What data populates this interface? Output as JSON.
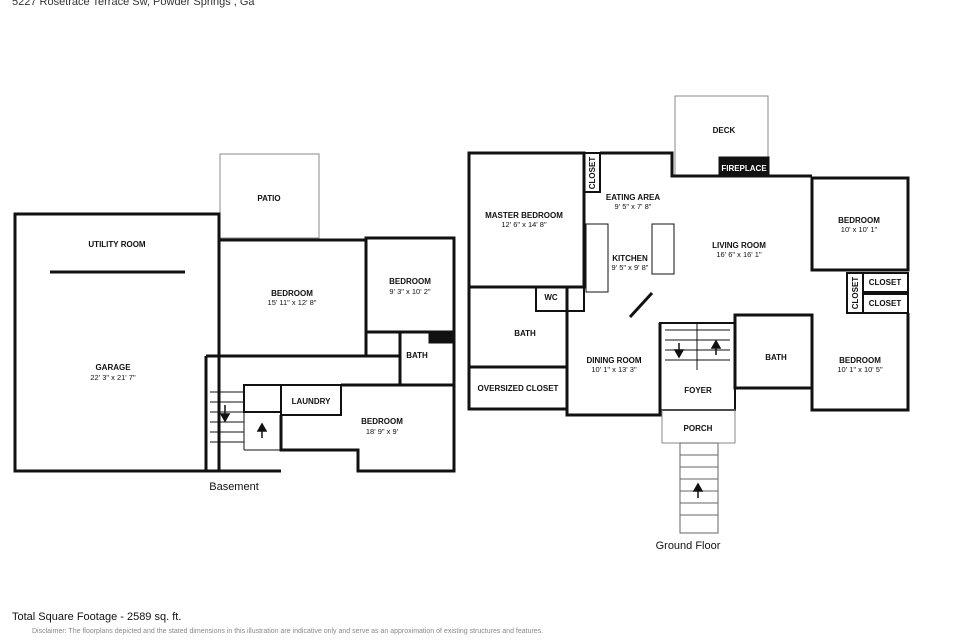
{
  "header": {
    "address": "5227 Rosetrace Terrace Sw, Powder Springs , Ga"
  },
  "floors": {
    "basement": {
      "name": "Basement",
      "rooms": {
        "patio": {
          "label": "PATIO"
        },
        "utility": {
          "label": "UTILITY ROOM"
        },
        "garage": {
          "label": "GARAGE",
          "dim": "22' 3\" x 21' 7\""
        },
        "bedroom1": {
          "label": "BEDROOM",
          "dim": "15' 11\" x 12' 8\""
        },
        "bedroom2": {
          "label": "BEDROOM",
          "dim": "9' 3\" x 10' 2\""
        },
        "bath": {
          "label": "BATH"
        },
        "laundry": {
          "label": "LAUNDRY"
        },
        "bedroom3": {
          "label": "BEDROOM",
          "dim": "18' 9\" x 9'"
        }
      }
    },
    "ground": {
      "name": "Ground Floor",
      "rooms": {
        "deck": {
          "label": "DECK"
        },
        "fireplace": {
          "label": "FIREPLACE"
        },
        "master": {
          "label": "MASTER BEDROOM",
          "dim": "12' 6\" x 14' 8\""
        },
        "closet_top": {
          "label": "CLOSET"
        },
        "eating": {
          "label": "EATING AREA",
          "dim": "9' 5\" x 7' 8\""
        },
        "kitchen": {
          "label": "KITCHEN",
          "dim": "9' 5\" x 9' 8\""
        },
        "living": {
          "label": "LIVING ROOM",
          "dim": "16' 6\" x 16' 1\""
        },
        "bedroom_a": {
          "label": "BEDROOM",
          "dim": "10' x 10' 1\""
        },
        "closet_v": {
          "label": "CLOSET"
        },
        "closet_1": {
          "label": "CLOSET"
        },
        "closet_2": {
          "label": "CLOSET"
        },
        "wc": {
          "label": "WC"
        },
        "bath_master": {
          "label": "BATH"
        },
        "oversized": {
          "label": "OVERSIZED CLOSET"
        },
        "dining": {
          "label": "DINING ROOM",
          "dim": "10' 1\" x 13' 3\""
        },
        "foyer": {
          "label": "FOYER"
        },
        "bath_hall": {
          "label": "BATH"
        },
        "bedroom_b": {
          "label": "BEDROOM",
          "dim": "10' 1\" x 10' 5\""
        },
        "porch": {
          "label": "PORCH"
        }
      }
    }
  },
  "footer": {
    "total": "Total Square Footage - 2589 sq. ft.",
    "disclaimer": "Disclaimer: The floorplans depicted and the stated dimensions in this illustration are indicative only and serve as an approximation of existing structures and features."
  }
}
